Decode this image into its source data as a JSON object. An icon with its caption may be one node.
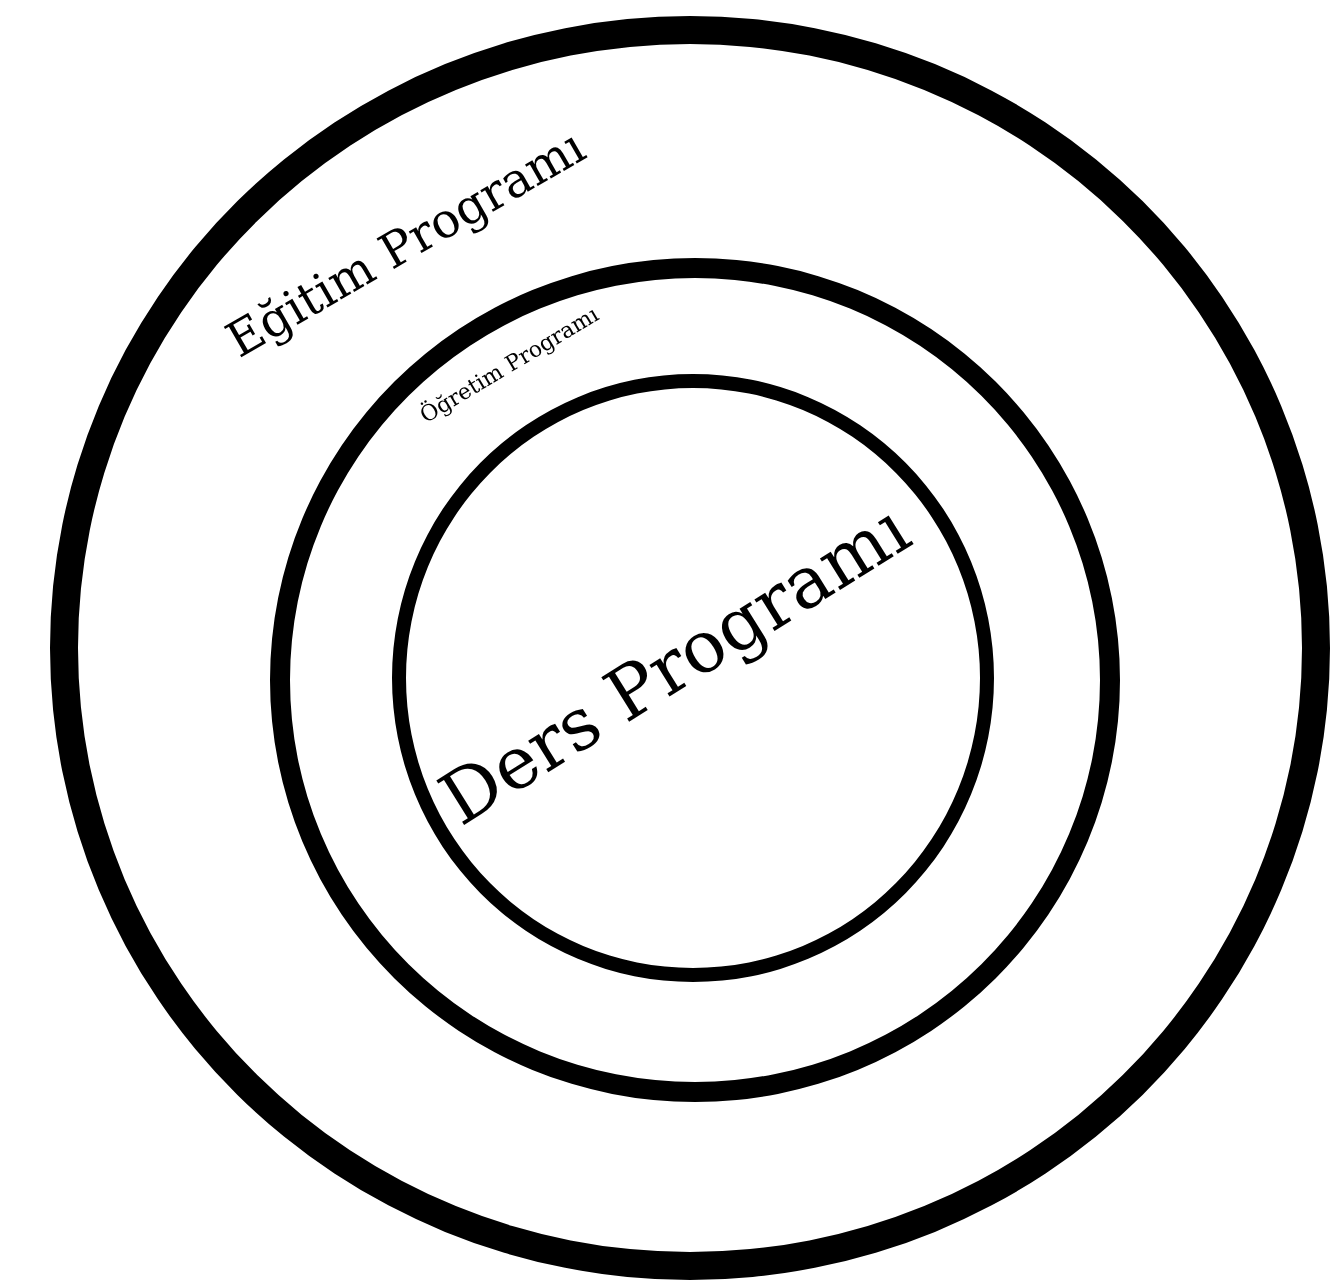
{
  "diagram": {
    "nodes": [
      {
        "text": [
          "Eğitim Programı"
        ]
      },
      {
        "text": [
          "Öğretim Programı"
        ],
        "in": 0
      },
      {
        "text": [
          "Ders Programı"
        ],
        "in": 1
      }
    ]
  }
}
